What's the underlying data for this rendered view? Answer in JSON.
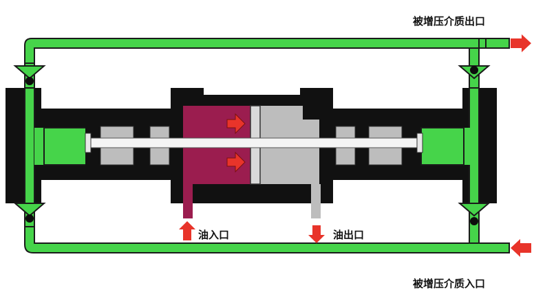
{
  "labels": {
    "medium_outlet": "被增压介质出口",
    "medium_inlet": "被增压介质入口",
    "oil_inlet": "油入口",
    "oil_outlet": "油出口"
  },
  "colors": {
    "medium_line": "#46d44a",
    "medium_outline": "#1a1a1a",
    "cylinder_body": "#111111",
    "oil_chamber": "#9b1d4f",
    "return_chamber": "#bdbdbd",
    "flow_arrow": "#e8342a",
    "check_valve_ball": "#0d0d0d"
  },
  "icons": {
    "flow_arrow": "arrow-icon",
    "check_valve": "check-valve-icon"
  }
}
